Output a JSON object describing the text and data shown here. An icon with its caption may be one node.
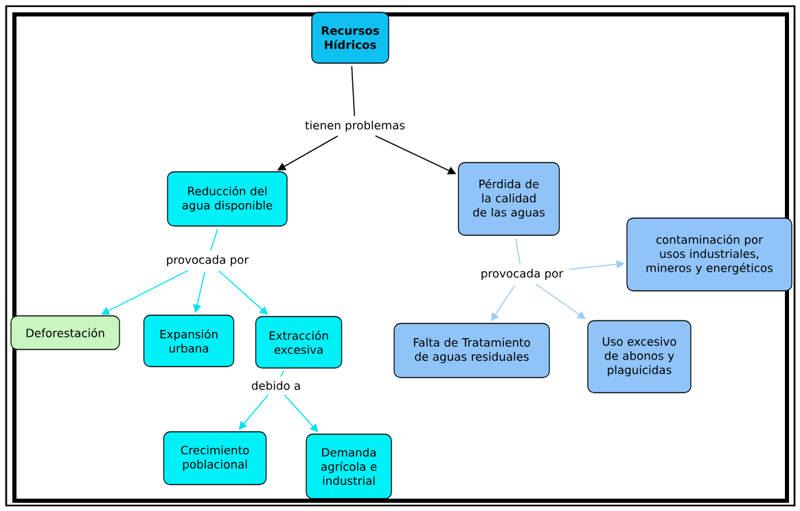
{
  "diagram": {
    "nodes": [
      {
        "text": [
          "Recursos Hídricos"
        ]
      },
      {
        "text": [
          "tienen problemas"
        ]
      },
      {
        "text": [
          "Reducción del agua disponible"
        ]
      },
      {
        "text": [
          "Pérdida de la calidad de las aguas"
        ]
      },
      {
        "text": [
          "provocada por"
        ]
      },
      {
        "text": [
          "provocada por"
        ]
      },
      {
        "text": [
          "contaminación por usos industriales, mineros y energéticos"
        ]
      },
      {
        "text": [
          "Deforestación"
        ]
      },
      {
        "text": [
          "Expansión urbana"
        ]
      },
      {
        "text": [
          "Extracción excesiva"
        ]
      },
      {
        "text": [
          "Falta de Tratamiento de aguas residuales"
        ]
      },
      {
        "text": [
          "Uso excesivo de abonos y plaguicidas"
        ]
      },
      {
        "text": [
          "debido a"
        ]
      },
      {
        "text": [
          "Crecimiento poblacional"
        ]
      },
      {
        "text": [
          "Demanda agrícola e industrial"
        ]
      }
    ],
    "edges": [
      {
        "from": 0,
        "to": 1,
        "arrow": "none",
        "color": "#000000"
      },
      {
        "from": 1,
        "to": 2,
        "arrow": "to",
        "color": "#000000"
      },
      {
        "from": 1,
        "to": 3,
        "arrow": "to",
        "color": "#000000"
      },
      {
        "from": 2,
        "to": 4,
        "arrow": "none"
      },
      {
        "from": 4,
        "to": 7,
        "arrow": "to"
      },
      {
        "from": 4,
        "to": 8,
        "arrow": "to"
      },
      {
        "from": 4,
        "to": 9,
        "arrow": "to"
      },
      {
        "from": 3,
        "to": 5,
        "arrow": "none",
        "color": "#9fcbf2"
      },
      {
        "from": 5,
        "to": 6,
        "arrow": "to",
        "color": "#9fcbf2"
      },
      {
        "from": 5,
        "to": 10,
        "arrow": "to",
        "color": "#9fcbf2"
      },
      {
        "from": 5,
        "to": 11,
        "arrow": "to",
        "color": "#9fcbf2"
      },
      {
        "from": 9,
        "to": 12,
        "arrow": "none"
      },
      {
        "from": 12,
        "to": 13,
        "arrow": "to"
      },
      {
        "from": 12,
        "to": 14,
        "arrow": "to"
      }
    ]
  }
}
